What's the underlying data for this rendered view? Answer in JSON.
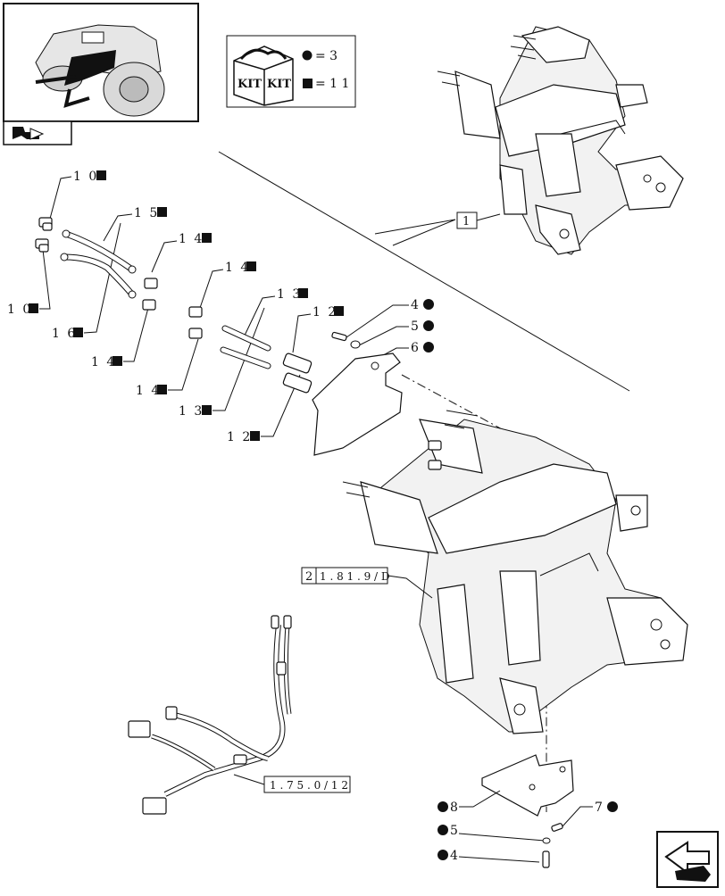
{
  "kit": {
    "icon_label_left": "KIT",
    "icon_label_right": "KIT",
    "legend": [
      {
        "symbol": "circle",
        "text": "= 3"
      },
      {
        "symbol": "square",
        "text": "= 1 1"
      }
    ]
  },
  "callouts": [
    {
      "num": "1 0",
      "sym": "square"
    },
    {
      "num": "1 5",
      "sym": "square"
    },
    {
      "num": "1 4",
      "sym": "square"
    },
    {
      "num": "1 0",
      "sym": "square"
    },
    {
      "num": "1 6",
      "sym": "square"
    },
    {
      "num": "1 4",
      "sym": "square"
    },
    {
      "num": "1 4",
      "sym": "square"
    },
    {
      "num": "1 3",
      "sym": "square"
    },
    {
      "num": "1 2",
      "sym": "square"
    },
    {
      "num": "1 4",
      "sym": "square"
    },
    {
      "num": "1 3",
      "sym": "square"
    },
    {
      "num": "1 2",
      "sym": "square"
    },
    {
      "num": "4",
      "sym": "circle"
    },
    {
      "num": "5",
      "sym": "circle"
    },
    {
      "num": "6",
      "sym": "circle"
    },
    {
      "num": "8",
      "sym": "circle"
    },
    {
      "num": "7",
      "sym": "circle"
    },
    {
      "num": "5",
      "sym": "circle"
    },
    {
      "num": "4",
      "sym": "circle"
    }
  ],
  "refs": {
    "ref_1": "1",
    "ref_2_num": "2",
    "ref_2_code": "1 . 8 1 . 9 / D",
    "ref_harness": "1 . 7 5 . 0 / 1 2"
  },
  "icons": {
    "thumbnail": "tractor-front-hitch-thumbnail-icon",
    "back": "back-arrow-icon",
    "next": "next-page-arrow-icon"
  }
}
